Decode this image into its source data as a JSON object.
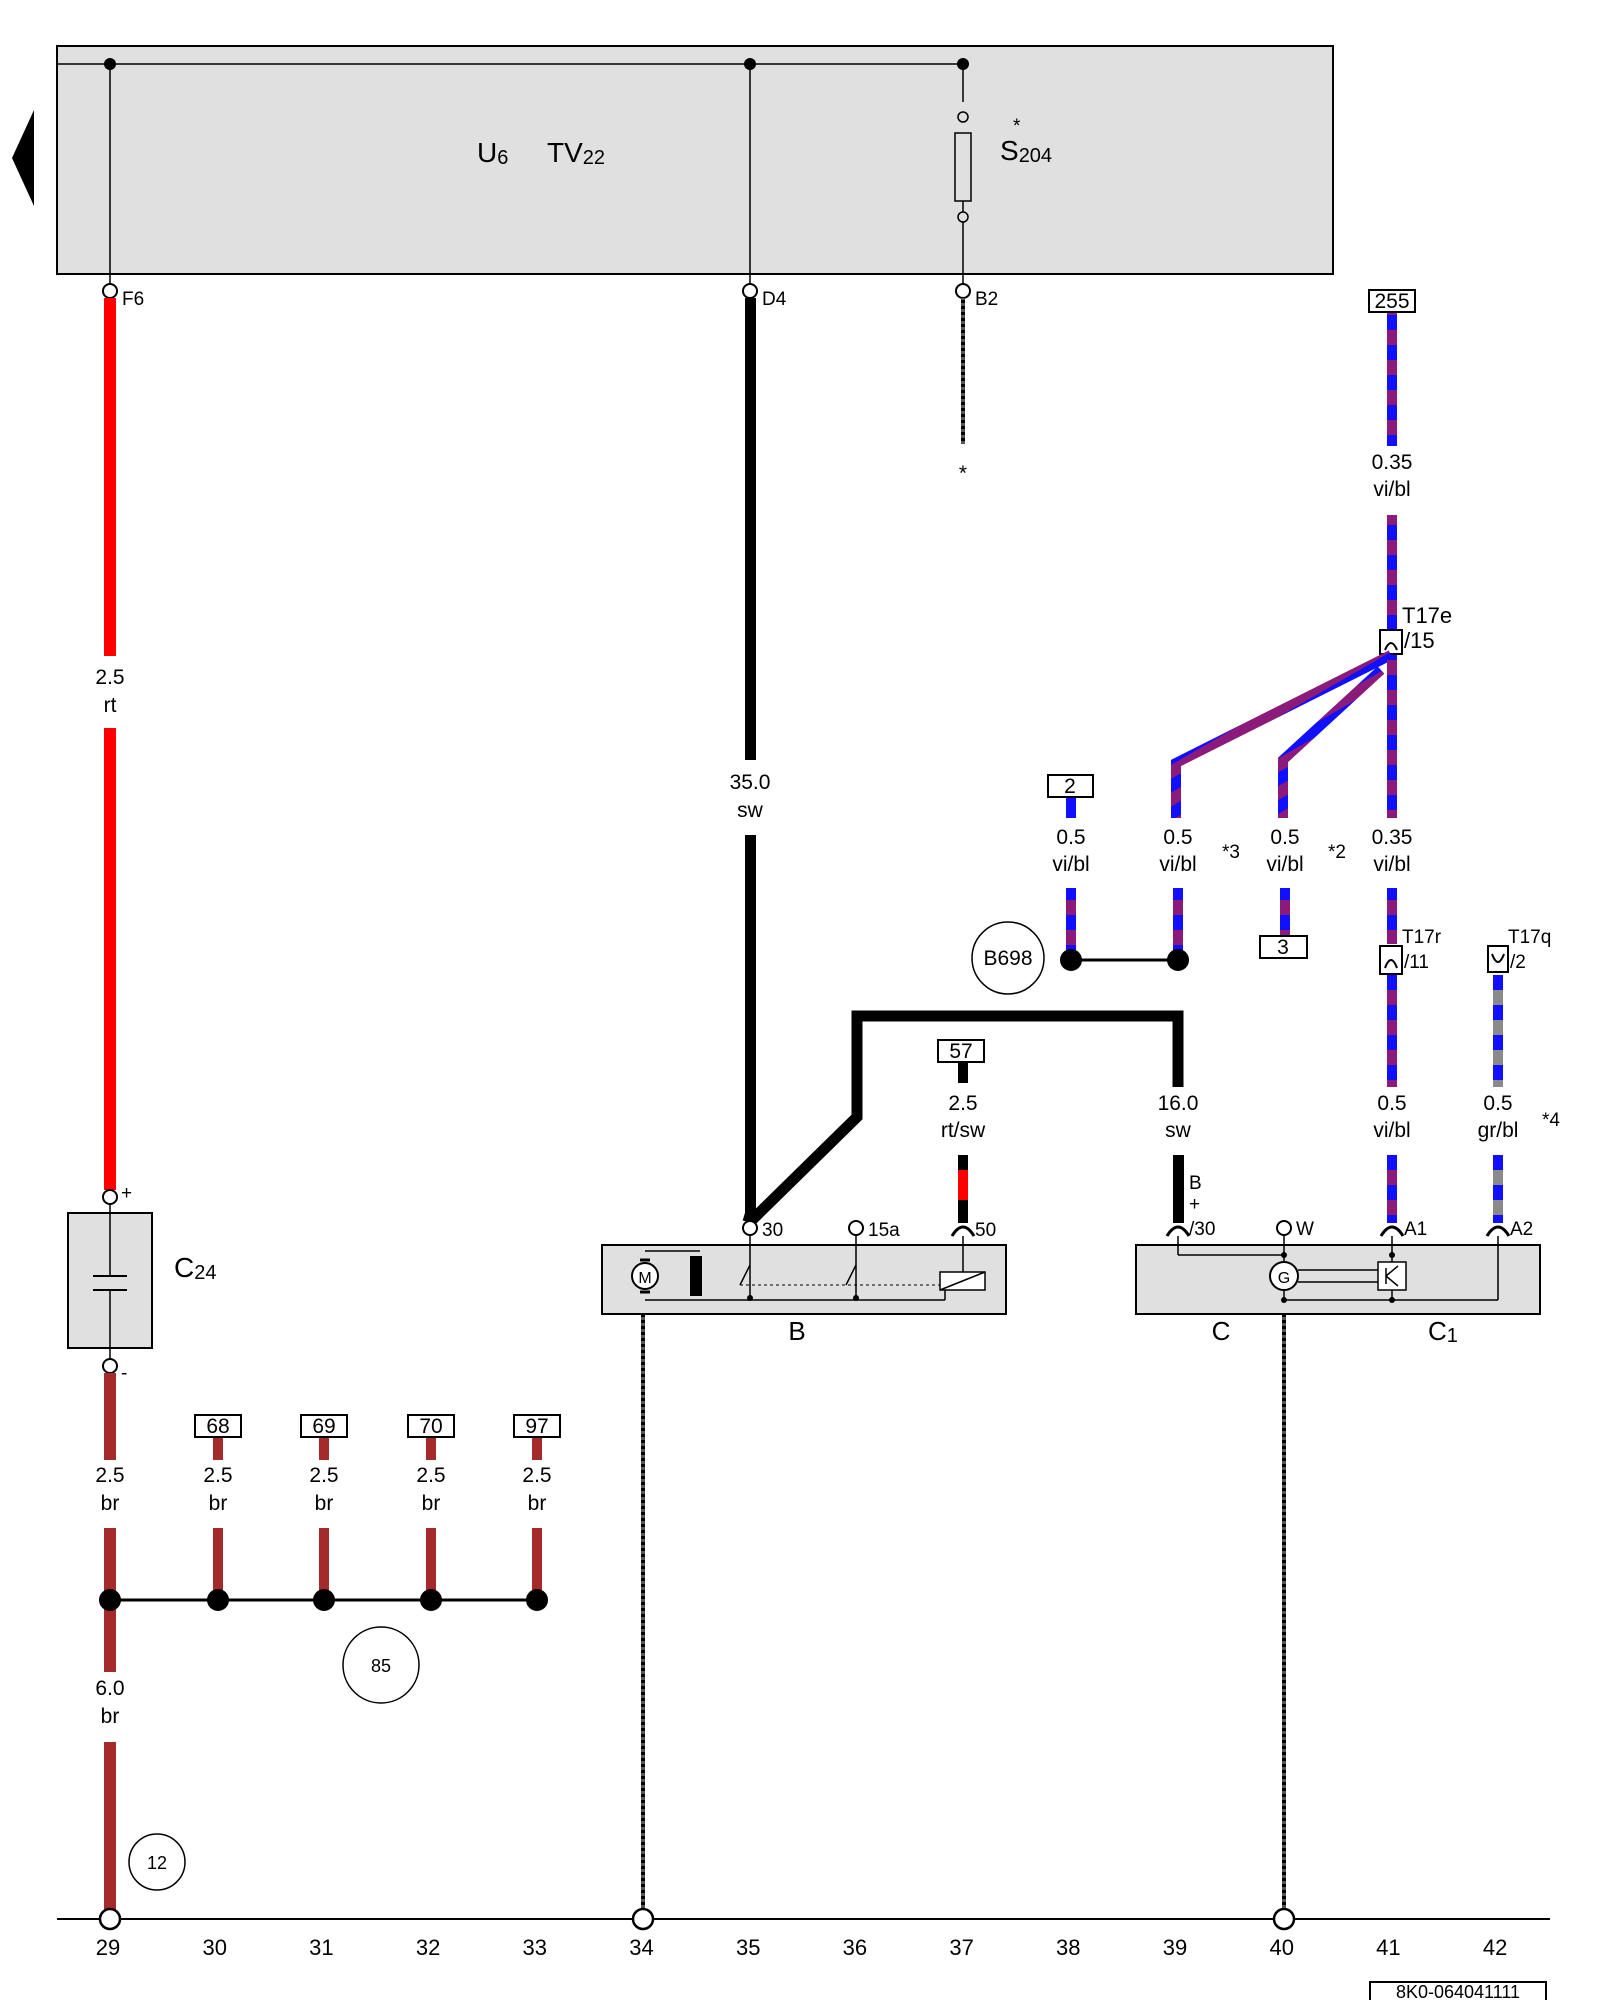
{
  "colors": {
    "rt": "#ff0000",
    "sw": "#000000",
    "br": "#a52a2a",
    "vi": "#8b1a7a",
    "bl": "#1010ff",
    "gr": "#8a8a8a",
    "panel": "#e0e0e0"
  },
  "module": {
    "u": "U",
    "u_sub": "6",
    "tv": "TV",
    "tv_sub": "22",
    "s": "S",
    "s_sub": "204",
    "s_star": "*",
    "pin_f6": "F6",
    "pin_d4": "D4",
    "pin_b2": "B2",
    "b2_star": "*"
  },
  "wires": {
    "w_rt": {
      "size": "2.5",
      "color": "rt"
    },
    "w_sw35": {
      "size": "35.0",
      "color": "sw"
    },
    "w_255": {
      "size": "0.35",
      "color": "vi/bl"
    },
    "w_b2": {
      "size": "0.5",
      "color": "vi/bl"
    },
    "w_b3": {
      "size": "0.5",
      "color": "vi/bl"
    },
    "w_b4": {
      "size": "0.5",
      "color": "vi/bl"
    },
    "w_b5": {
      "size": "0.35",
      "color": "vi/bl"
    },
    "w_57": {
      "size": "2.5",
      "color": "rt/sw"
    },
    "w_sw16": {
      "size": "16.0",
      "color": "sw"
    },
    "w_a1": {
      "size": "0.5",
      "color": "vi/bl"
    },
    "w_a2": {
      "size": "0.5",
      "color": "gr/bl"
    },
    "w_br1": {
      "size": "2.5",
      "color": "br"
    },
    "w_br2": {
      "size": "2.5",
      "color": "br"
    },
    "w_br3": {
      "size": "2.5",
      "color": "br"
    },
    "w_br4": {
      "size": "2.5",
      "color": "br"
    },
    "w_br5": {
      "size": "2.5",
      "color": "br"
    },
    "w_br6": {
      "size": "6.0",
      "color": "br"
    }
  },
  "refs": {
    "r255": "255",
    "r2": "2",
    "r3": "3",
    "r57": "57",
    "r68": "68",
    "r69": "69",
    "r70": "70",
    "r97": "97"
  },
  "notes": {
    "n3": "*3",
    "n2": "*2",
    "n4": "*4"
  },
  "connectors": {
    "t17e": "T17e",
    "t17e_pin": "/15",
    "t17r": "T17r",
    "t17r_pin": "/11",
    "t17q": "T17q",
    "t17q_pin": "/2"
  },
  "circles": {
    "b698": "B698",
    "c85": "85",
    "c12": "12"
  },
  "capacitor": {
    "name": "C",
    "sub": "24",
    "plus": "+",
    "minus": "-"
  },
  "starter": {
    "name": "B",
    "p30": "30",
    "p15a": "15a",
    "p50": "50",
    "m": "M"
  },
  "alternator": {
    "name": "C",
    "reg": "C",
    "reg_sub": "1",
    "b": "B",
    "bplus": "+",
    "p30": "/30",
    "w": "W",
    "a1": "A1",
    "a2": "A2",
    "g": "G"
  },
  "axis": [
    "29",
    "30",
    "31",
    "32",
    "33",
    "34",
    "35",
    "36",
    "37",
    "38",
    "39",
    "40",
    "41",
    "42"
  ],
  "doc_id": "8K0-064041111"
}
